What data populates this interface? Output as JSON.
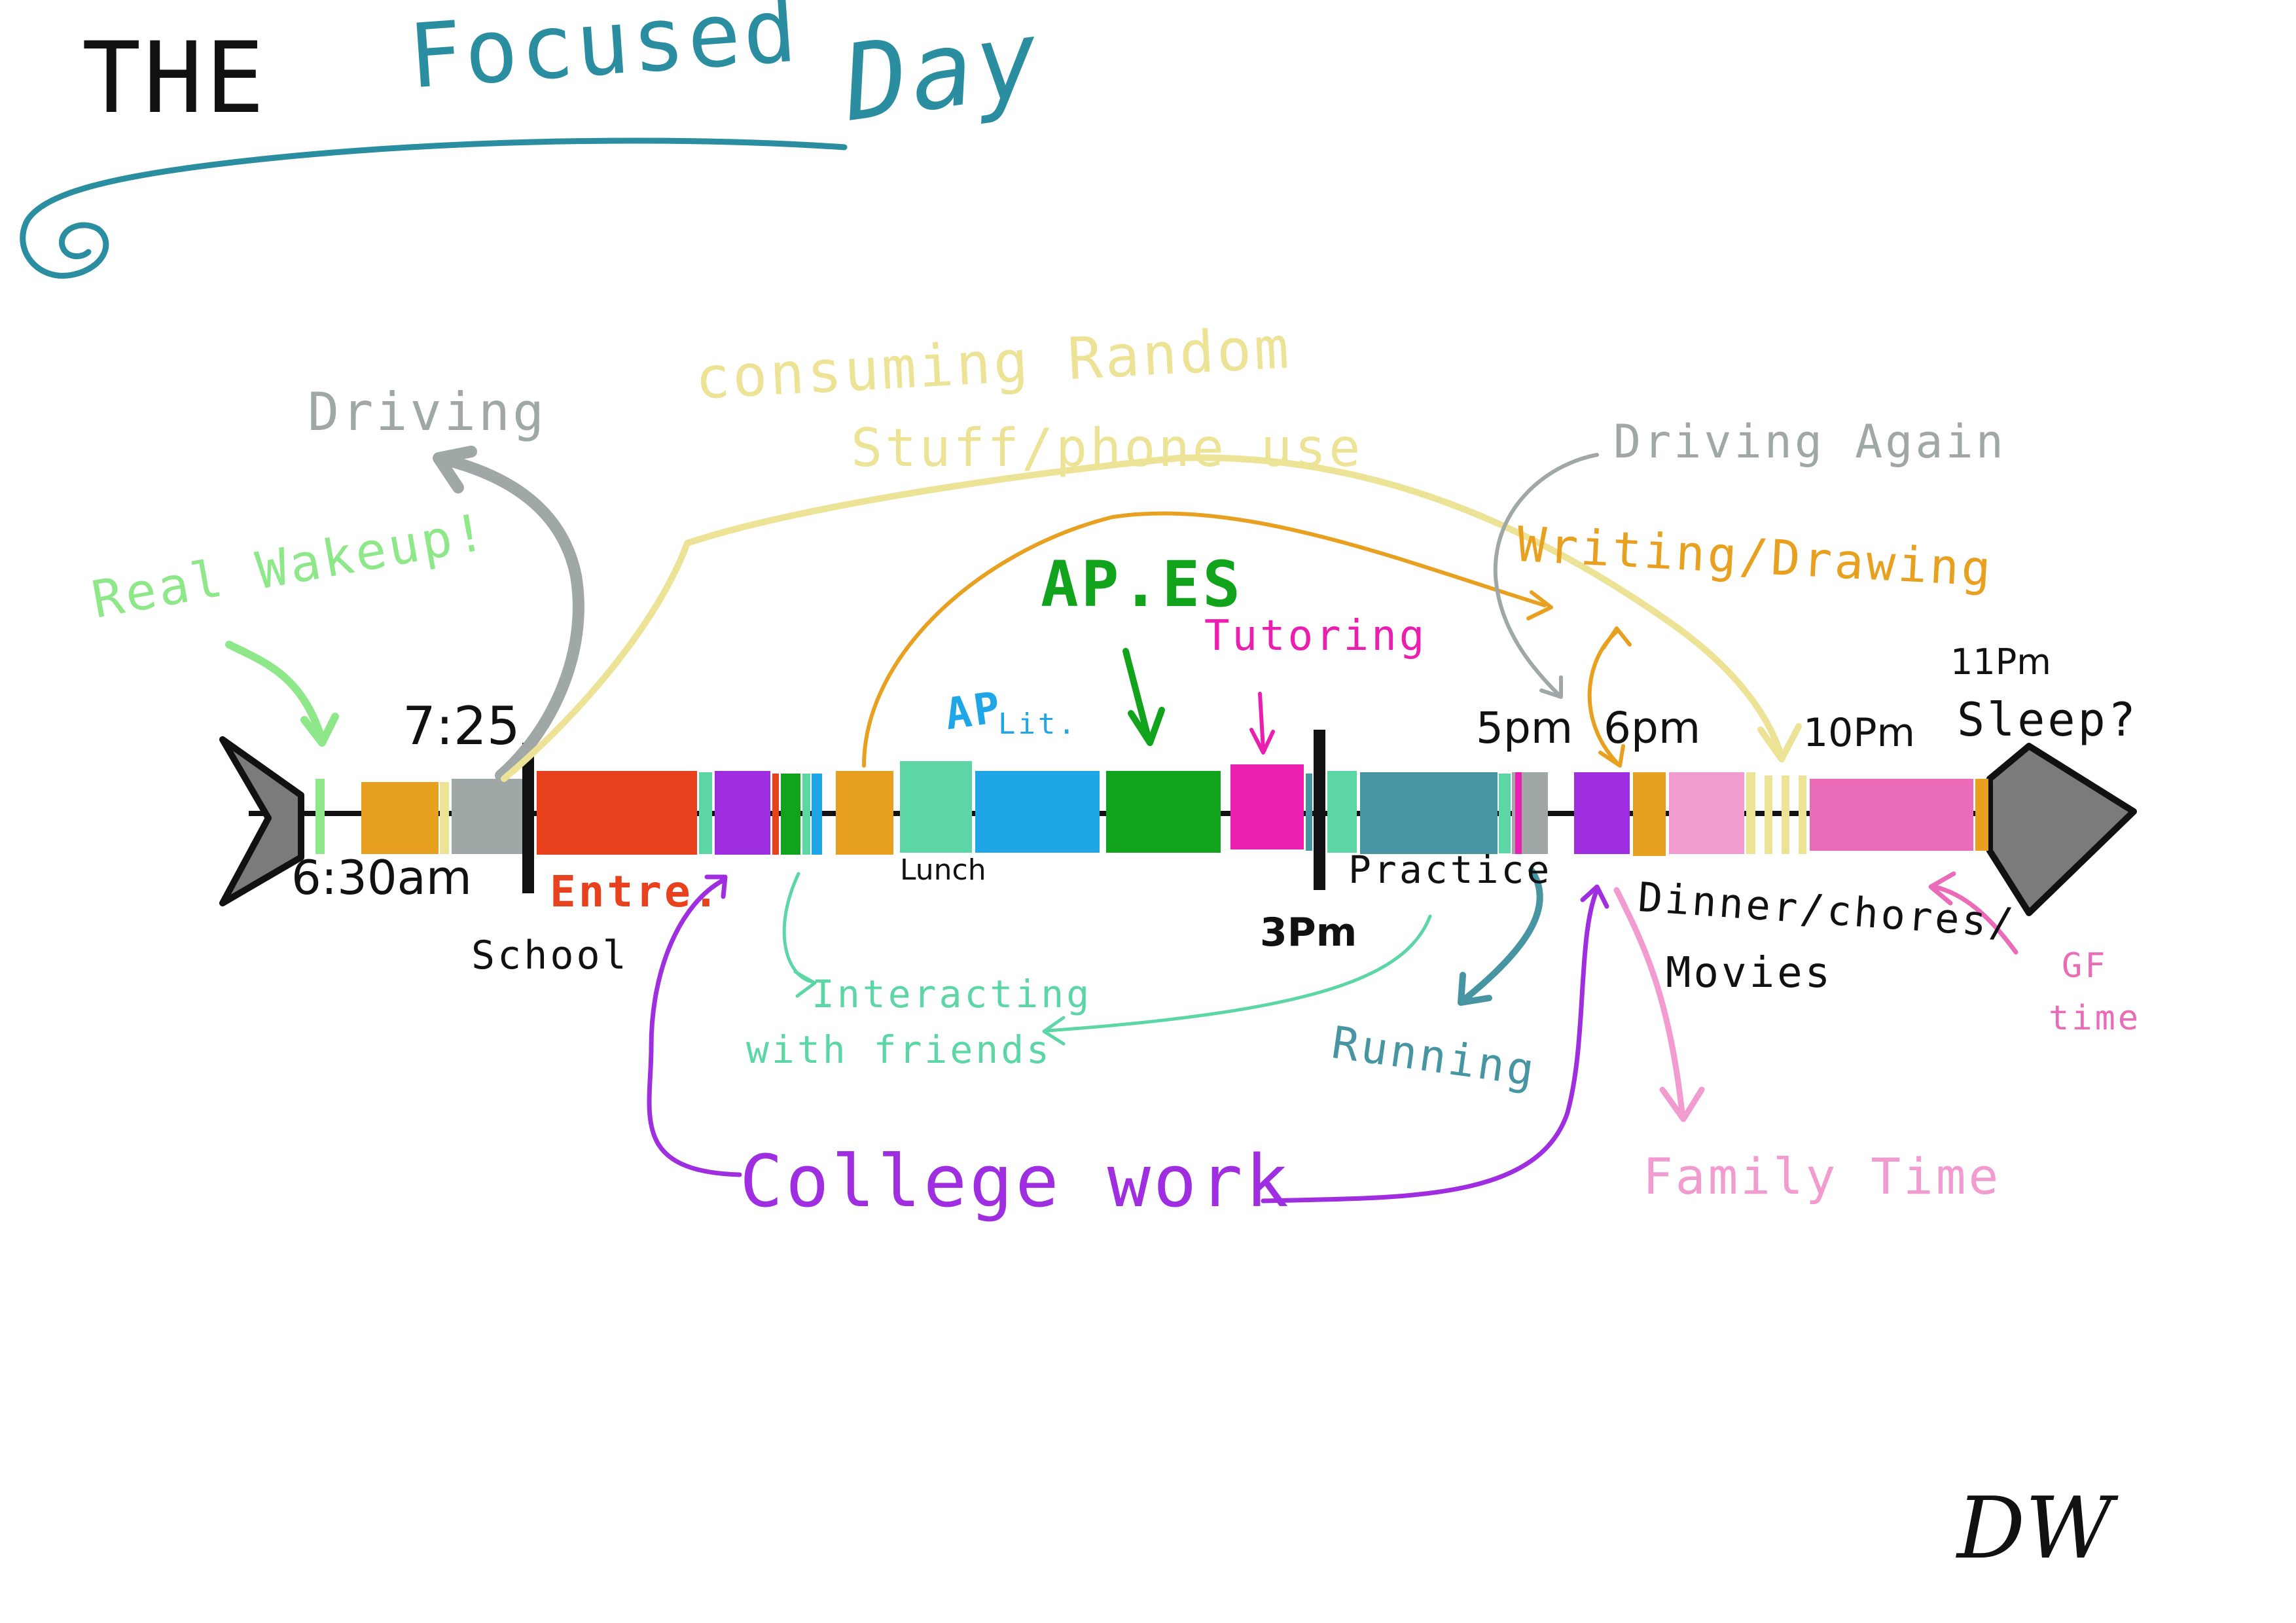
{
  "title": {
    "part1": "THE",
    "part2": "Focused",
    "part3": "Day"
  },
  "labels": {
    "driving": "Driving",
    "real_wakeup": "Real Wakeup!",
    "consuming_line1": "consuming Random",
    "consuming_line2": "Stuff/phone use",
    "apes": "AP.ES",
    "tutoring": "Tutoring",
    "ap": "AP",
    "lit": "Lit.",
    "driving_again": "Driving Again",
    "writing_drawing": "Writing/Drawing",
    "t_725": "7:25",
    "t_630": "6:30am",
    "entre": "Entre.",
    "school": "School",
    "lunch": "Lunch",
    "t_3pm": "3Pm",
    "practice": "Practice",
    "t_5pm": "5pm",
    "t_6pm": "6pm",
    "t_10pm": "10Pm",
    "t_11pm": "11Pm",
    "sleep": "Sleep?",
    "dinner_line1": "Dinner/chores/",
    "dinner_line2": "Movies",
    "gf_line1": "GF",
    "gf_line2": "time",
    "interacting_line1": "Interacting",
    "interacting_line2": "with friends",
    "running": "Running",
    "college_work": "College work",
    "family_time": "Family Time",
    "signature": "DW"
  },
  "colors": {
    "green_light": "#8ee88a",
    "orange": "#e8a020",
    "gray": "#9fa8a6",
    "yellow": "#ece397",
    "red": "#e8411e",
    "purple": "#9e2ee0",
    "teal_light": "#5cd6a4",
    "blue": "#1fa6e6",
    "green": "#12a31d",
    "magenta": "#ea1fb0",
    "teal_dark": "#4795a3",
    "pink_light": "#f29bd1",
    "pink": "#ea6cb9",
    "title_teal": "#2b8ea0"
  }
}
